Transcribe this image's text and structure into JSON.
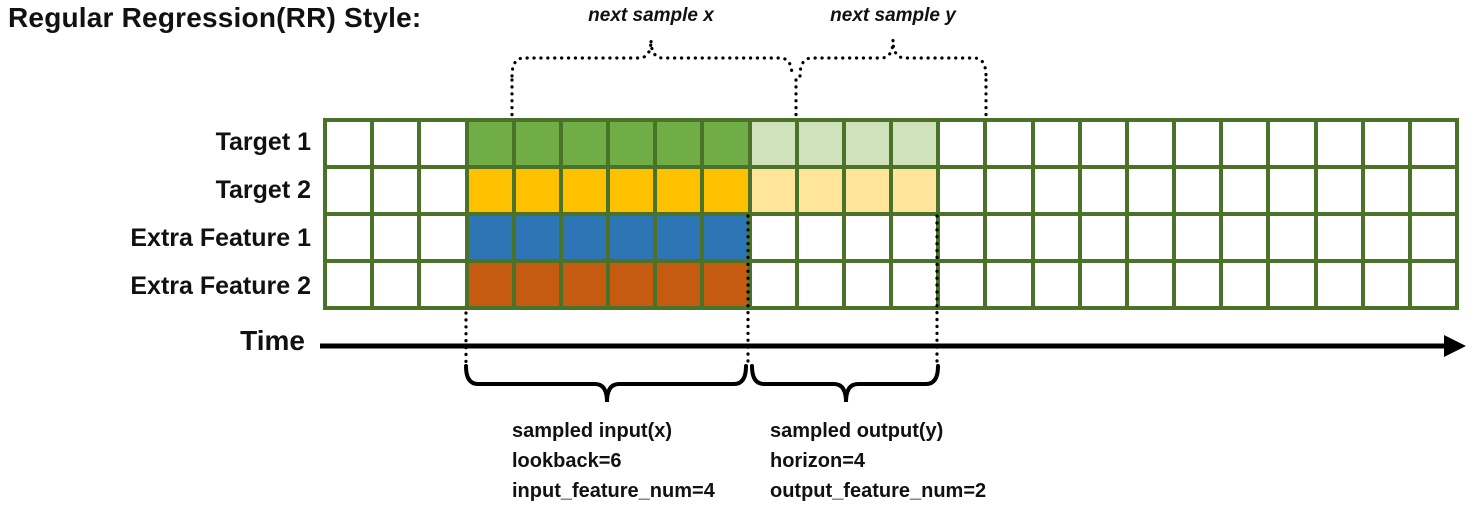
{
  "title": "Regular Regression(RR) Style:",
  "grid": {
    "columns": 24,
    "empty_before": 3,
    "lookback": 6,
    "horizon": 4,
    "empty_color": "#ffffff",
    "border_color": "#4a7228",
    "rows": [
      {
        "label": "Target 1",
        "input_color": "#70ad47",
        "output_color": "#cfe2bc"
      },
      {
        "label": "Target 2",
        "input_color": "#ffc000",
        "output_color": "#ffe599"
      },
      {
        "label": "Extra Feature 1",
        "input_color": "#2e75b6",
        "output_color": "#ffffff"
      },
      {
        "label": "Extra Feature 2",
        "input_color": "#c55a11",
        "output_color": "#ffffff"
      }
    ]
  },
  "time_axis": {
    "label": "Time"
  },
  "annotations": {
    "next_sample_x": "next sample x",
    "next_sample_y": "next sample y",
    "sampled_input": [
      "sampled input(x)",
      "lookback=6",
      "input_feature_num=4"
    ],
    "sampled_output": [
      "sampled output(y)",
      "horizon=4",
      "output_feature_num=2"
    ]
  }
}
